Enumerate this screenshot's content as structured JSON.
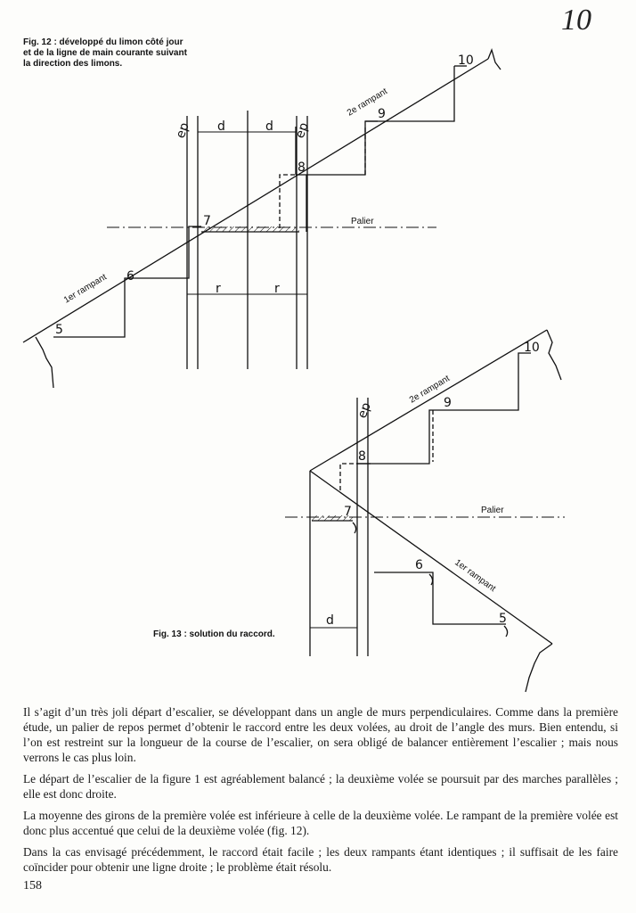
{
  "page": {
    "handwritten_number": "10",
    "folio": "158"
  },
  "fig12": {
    "caption": [
      "Fig. 12 : développé du limon côté jour",
      "et de la ligne de main courante suivant",
      "la direction des limons."
    ],
    "steps": [
      "5",
      "6",
      "7",
      "8",
      "9",
      "10"
    ],
    "rampant_1": "1er rampant",
    "rampant_2": "2e rampant",
    "palier": "Palier",
    "dims": {
      "d_left": "d",
      "d_right": "d",
      "r_left": "r",
      "r_right": "r",
      "ep_left": "ep",
      "ep_right": "ep"
    }
  },
  "fig13": {
    "caption": "Fig. 13 : solution du raccord.",
    "steps": [
      "5",
      "6",
      "7",
      "8",
      "9",
      "10"
    ],
    "rampant_1": "1er rampant",
    "rampant_2": "2e rampant",
    "palier": "Palier",
    "dims": {
      "d": "d",
      "ep": "ep"
    }
  },
  "text": {
    "paragraphs": [
      "Il s’agit d’un très joli départ d’escalier, se développant dans un angle de murs perpendiculaires. Comme dans la première étude, un palier de repos permet d’obtenir le raccord entre les deux volées, au droit de l’angle des murs. Bien entendu, si l’on est restreint sur la longueur de la course de l’escalier, on sera obligé de balancer entièrement l’escalier ; mais nous verrons le cas plus loin.",
      "Le départ de l’escalier de la figure 1 est agréablement balancé ; la deuxième volée se poursuit par des marches parallèles ; elle est donc droite.",
      "La moyenne des girons de la première volée est inférieure à celle de la deuxième volée. Le rampant de la première volée est donc plus accentué que celui de la deuxième volée (fig. 12).",
      "Dans la cas envisagé précédemment, le raccord était facile ; les deux rampants étant identiques ; il suffisait de les faire coïncider pour obtenir une ligne droite ; le problème était résolu."
    ]
  }
}
